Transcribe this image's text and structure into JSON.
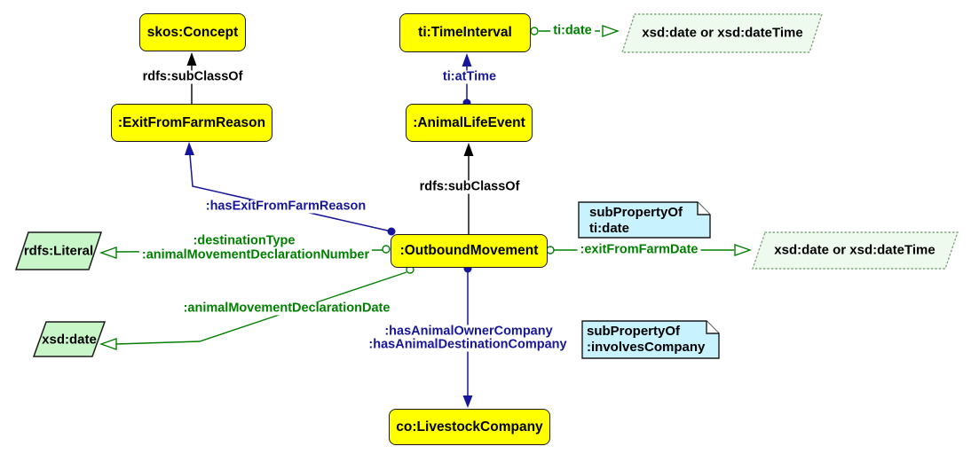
{
  "diagram_title": "Outbound movement ontology diagram",
  "classes": {
    "skos_concept": "skos:Concept",
    "ti_time_interval": "ti:TimeInterval",
    "exit_from_farm_reason": ":ExitFromFarmReason",
    "animal_life_event": ":AnimalLifeEvent",
    "outbound_movement": ":OutboundMovement",
    "co_livestock_company": "co:LivestockCompany"
  },
  "datatypes": {
    "rdfs_literal": "rdfs:Literal",
    "xsd_date": "xsd:date",
    "xsd_date_or_datetime_top": "xsd:date or xsd:dateTime",
    "xsd_date_or_datetime_right": "xsd:date or xsd:dateTime"
  },
  "notes": {
    "ti_date_note": {
      "line1": "subPropertyOf",
      "line2": "ti:date"
    },
    "involves_company_note": {
      "line1": "subPropertyOf",
      "line2": ":involvesCompany"
    }
  },
  "edge_labels": {
    "rdfs_subclassof_concept": "rdfs:subClassOf",
    "rdfs_subclassof_event": "rdfs:subClassOf",
    "ti_at_time": "ti:atTime",
    "ti_date": "ti:date",
    "has_exit_from_farm_reason": ":hasExitFromFarmReason",
    "destination_type": ":destinationType",
    "animal_movement_declaration_number": ":animalMovementDeclarationNumber",
    "animal_movement_declaration_date": ":animalMovementDeclarationDate",
    "exit_from_farm_date": ":exitFromFarmDate",
    "has_animal_owner_company": ":hasAnimalOwnerCompany",
    "has_animal_destination_company": ":hasAnimalDestinationCompany"
  },
  "colors": {
    "class_fill": "#ffff00",
    "class_border": "#1a1a1a",
    "datatype_fill": "#c9f6c9",
    "datatype_union_fill": "#eefaee",
    "note_fill": "#c8f2fd",
    "object_property": "#16169a",
    "datatype_property": "#008000",
    "subclass_edge": "#000000",
    "background": "#ffffff"
  }
}
